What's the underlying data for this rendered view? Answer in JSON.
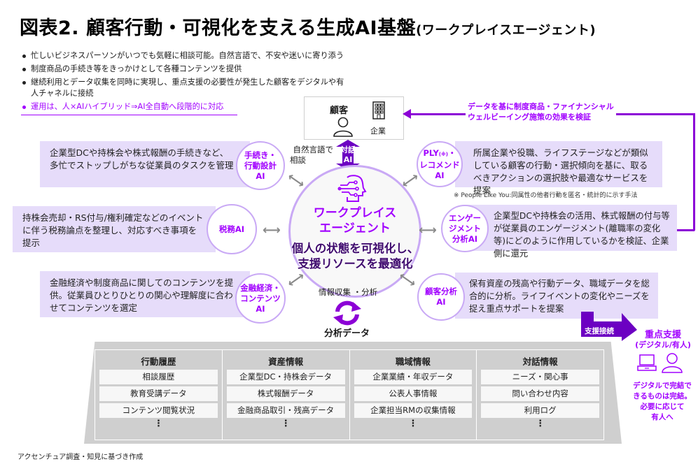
{
  "title": {
    "main": "図表2. 顧客行動・可視化を支える生成AI基盤",
    "sub": "(ワークプレイスエージェント)"
  },
  "bullets": [
    "忙しいビジネスパーソンがいつでも気軽に相談可能。自然言語で、不安や迷いに寄り添う",
    "制度商品の手続き等をきっかけとして各種コンテンツを提供",
    "継続利用とデータ収集を同時に実現し、重点支援の必要性が発生した顧客をデジタルや有人チャネルに接続",
    "運用は、人×AIハイブリッド⇒AI全自動へ段階的に対応"
  ],
  "customer": {
    "label": "顧客",
    "company_label": "企業"
  },
  "dialogue": {
    "note_line1": "自然言語で",
    "note_line2": "相談",
    "arrow_line1": "対話",
    "arrow_line2": "AI"
  },
  "feedback": {
    "line1": "データを基に制度商品・ファイナンシャル",
    "line2": "ウェルビーイング施策の効果を検証"
  },
  "center": {
    "title_line1": "ワークプレイス",
    "title_line2": "エージェント",
    "msg_line1": "個人の状態を可視化し、",
    "msg_line2": "支援リソースを最適化"
  },
  "modules": {
    "procedure": {
      "name_line1": "手続き・",
      "name_line2": "行動設計",
      "name_line3": "AI",
      "desc": "企業型DCや持株会や株式報酬の手続きなど、多忙でストップしがちな従業員のタスクを管理"
    },
    "tax": {
      "name_line1": "税務AI",
      "desc": "持株会売却・RS付与/権利確定などのイベントに伴う税務論点を整理し、対応すべき事項を提示"
    },
    "finance": {
      "name_line1": "金融経済・",
      "name_line2": "コンテンツ",
      "name_line3": "AI",
      "desc": "金融経済や制度商品に関してのコンテンツを提供。従業員ひとりひとりの関心や理解度に合わせてコンテンツを選定"
    },
    "ply": {
      "name_line1": "PLY",
      "name_note": "(※)",
      "name_line1b": "・",
      "name_line2": "レコメンド",
      "name_line3": "AI",
      "desc": "所属企業や役職、ライフステージなどが類似している顧客の行動・選択傾向を基に、取るべきアクションの選択肢や最適なサービスを提案",
      "footnote": "※ People Like You:同属性の他者行動を匿名・統計的に示す手法"
    },
    "engagement": {
      "name_line1": "エンゲー",
      "name_line2": "ジメント",
      "name_line3": "分析AI",
      "desc": "企業型DCや持株会の活用、株式報酬の付与等が従業員のエンゲージメント(離職率の変化等)にどのように作用しているかを検証、企業側に還元"
    },
    "customer_analysis": {
      "name_line1": "顧客分析",
      "name_line2": "AI",
      "desc": "保有資産の残高や行動データ、職域データを総合的に分析。ライフイベントの変化やニーズを捉え重点サポートを提案"
    }
  },
  "collection": {
    "label": "情報収集 ・分析",
    "data_label": "分析データ"
  },
  "data_columns": [
    {
      "header": "行動履歴",
      "items": [
        "相談履歴",
        "教育受講データ",
        "コンテンツ閲覧状況"
      ],
      "more": "⋮"
    },
    {
      "header": "資産情報",
      "items": [
        "企業型DC・持株会データ",
        "株式報酬データ",
        "金融商品取引・残高データ"
      ],
      "more": "⋮"
    },
    {
      "header": "職域情報",
      "items": [
        "企業業績・年収データ",
        "公表人事情報",
        "企業担当RMの収集情報"
      ],
      "more": "⋮"
    },
    {
      "header": "対話情報",
      "items": [
        "ニーズ・関心事",
        "問い合わせ内容",
        "利用ログ"
      ],
      "more": "⋮"
    }
  ],
  "support": {
    "connect_label": "支援接続",
    "title": "重点支援",
    "subtitle": "(デジタル/有人)",
    "desc_line1": "デジタルで完結で",
    "desc_line2": "きるものは完結。",
    "desc_line3": "必要に応じて",
    "desc_line4": "有人へ"
  },
  "source": "アクセンチュア調査・知見に基づき作成",
  "colors": {
    "accent": "#a100ff",
    "accent_dark": "#8c00d6",
    "box_bg": "#e6dcfa",
    "circle_border": "#c9a9f5",
    "data_bg": "#cfcfcf"
  }
}
